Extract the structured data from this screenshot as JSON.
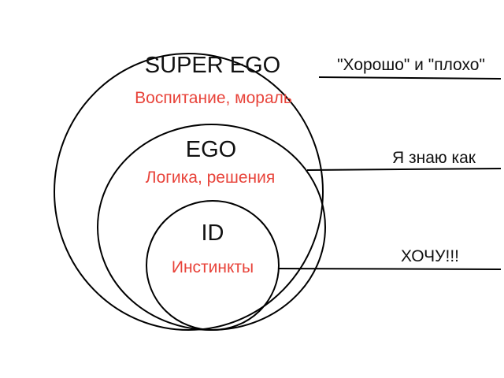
{
  "layers": {
    "superego": {
      "title": "SUPER EGO",
      "subtitle": "Воспитание, мораль",
      "side_label": "\"Хорошо\" и \"плохо\""
    },
    "ego": {
      "title": "EGO",
      "subtitle": "Логика, решения",
      "side_label": "Я знаю как"
    },
    "id": {
      "title": "ID",
      "subtitle": "Инстинкты",
      "side_label": "ХОЧУ!!!"
    }
  },
  "colors": {
    "outline": "#000000",
    "title": "#111111",
    "subtitle": "#e8433a",
    "background": "#ffffff"
  }
}
